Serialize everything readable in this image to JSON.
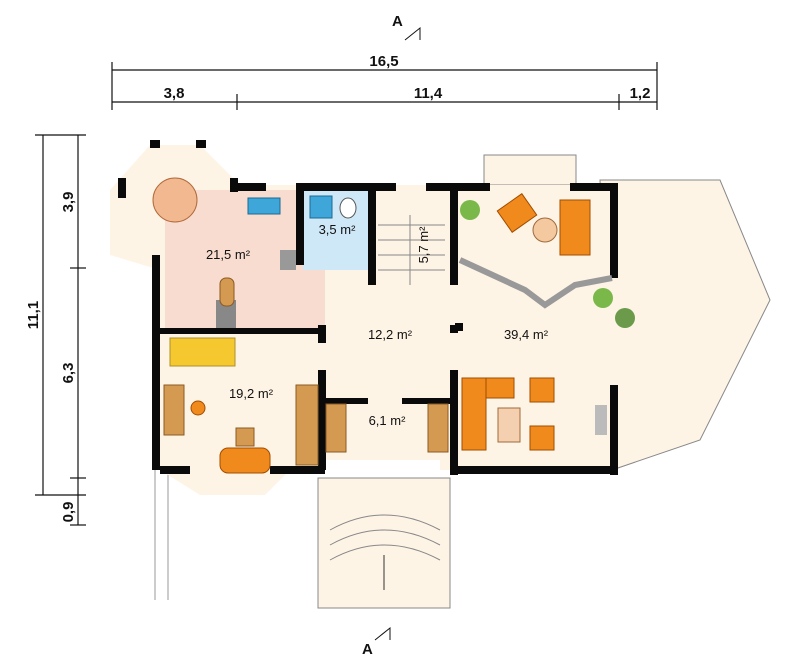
{
  "section_markers": {
    "top": "A",
    "bottom": "A"
  },
  "dimensions": {
    "overall_width": "16,5",
    "width_segments": [
      "3,8",
      "11,4",
      "1,2"
    ],
    "overall_depth": "11,1",
    "depth_segments": [
      "3,9",
      "6,3",
      "0,9"
    ]
  },
  "rooms": [
    {
      "id": "kitchen-dining",
      "area": "21,5 m²"
    },
    {
      "id": "bathroom",
      "area": "3,5 m²"
    },
    {
      "id": "stairs",
      "area": "5,7 m²"
    },
    {
      "id": "hall",
      "area": "12,2 m²"
    },
    {
      "id": "living-room",
      "area": "39,4 m²"
    },
    {
      "id": "study",
      "area": "19,2 m²"
    },
    {
      "id": "vestibule",
      "area": "6,1 m²"
    }
  ],
  "colors": {
    "wall": "#0a0a0a",
    "floor": "#fdf4e6",
    "furniture": "#f08a1c",
    "tile": "#f3c9b8",
    "bath_tile": "#cfe8f7"
  }
}
